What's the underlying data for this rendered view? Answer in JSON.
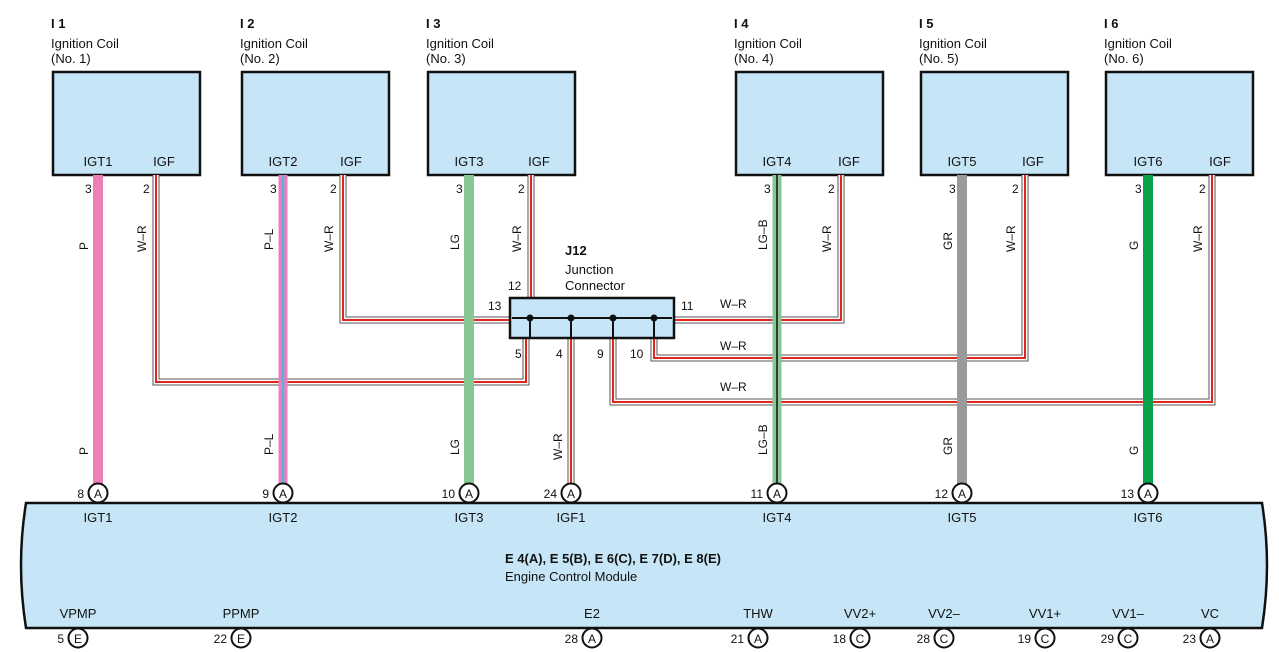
{
  "colors": {
    "box_fill": "#c6e6f7",
    "pink": "#ee7fb5",
    "light_green": "#86c794",
    "green": "#0aa24b",
    "gray": "#9a9a9a",
    "red": "#e3241b",
    "blue_stripe": "#4fb5ea"
  },
  "coils": [
    {
      "id": "I 1",
      "name": "Ignition Coil",
      "number": "(No. 1)",
      "igt": "IGT1",
      "igf": "IGF",
      "pin_igt": "3",
      "pin_igf": "2",
      "wire_igt": "P",
      "wire_igf": "W–R"
    },
    {
      "id": "I 2",
      "name": "Ignition Coil",
      "number": "(No. 2)",
      "igt": "IGT2",
      "igf": "IGF",
      "pin_igt": "3",
      "pin_igf": "2",
      "wire_igt": "P–L",
      "wire_igf": "W–R"
    },
    {
      "id": "I 3",
      "name": "Ignition Coil",
      "number": "(No. 3)",
      "igt": "IGT3",
      "igf": "IGF",
      "pin_igt": "3",
      "pin_igf": "2",
      "wire_igt": "LG",
      "wire_igf": "W–R"
    },
    {
      "id": "I 4",
      "name": "Ignition Coil",
      "number": "(No. 4)",
      "igt": "IGT4",
      "igf": "IGF",
      "pin_igt": "3",
      "pin_igf": "2",
      "wire_igt": "LG–B",
      "wire_igf": "W–R"
    },
    {
      "id": "I 5",
      "name": "Ignition Coil",
      "number": "(No. 5)",
      "igt": "IGT5",
      "igf": "IGF",
      "pin_igt": "3",
      "pin_igf": "2",
      "wire_igt": "GR",
      "wire_igf": "W–R"
    },
    {
      "id": "I 6",
      "name": "Ignition Coil",
      "number": "(No. 6)",
      "igt": "IGT6",
      "igf": "IGF",
      "pin_igt": "3",
      "pin_igf": "2",
      "wire_igt": "G",
      "wire_igf": "W–R"
    }
  ],
  "junction": {
    "id": "J12",
    "line1": "Junction",
    "line2": "Connector",
    "pins": [
      "12",
      "13",
      "11",
      "5",
      "4",
      "9",
      "10"
    ],
    "wire_labels": [
      "W–R",
      "W–R",
      "W–R"
    ]
  },
  "ecm": {
    "title": "E 4(A), E 5(B), E 6(C), E 7(D), E 8(E)",
    "subtitle": "Engine Control Module",
    "top_pins": [
      {
        "num": "8",
        "conn": "A",
        "label": "IGT1"
      },
      {
        "num": "9",
        "conn": "A",
        "label": "IGT2"
      },
      {
        "num": "10",
        "conn": "A",
        "label": "IGT3"
      },
      {
        "num": "24",
        "conn": "A",
        "label": "IGF1"
      },
      {
        "num": "11",
        "conn": "A",
        "label": "IGT4"
      },
      {
        "num": "12",
        "conn": "A",
        "label": "IGT5"
      },
      {
        "num": "13",
        "conn": "A",
        "label": "IGT6"
      }
    ],
    "igf1_wire": "W–R",
    "bottom_pins": [
      {
        "num": "5",
        "conn": "E",
        "label": "VPMP"
      },
      {
        "num": "22",
        "conn": "E",
        "label": "PPMP"
      },
      {
        "num": "28",
        "conn": "A",
        "label": "E2"
      },
      {
        "num": "21",
        "conn": "A",
        "label": "THW"
      },
      {
        "num": "18",
        "conn": "C",
        "label": "VV2+"
      },
      {
        "num": "28",
        "conn": "C",
        "label": "VV2–"
      },
      {
        "num": "19",
        "conn": "C",
        "label": "VV1+"
      },
      {
        "num": "29",
        "conn": "C",
        "label": "VV1–"
      },
      {
        "num": "23",
        "conn": "A",
        "label": "VC"
      }
    ]
  }
}
